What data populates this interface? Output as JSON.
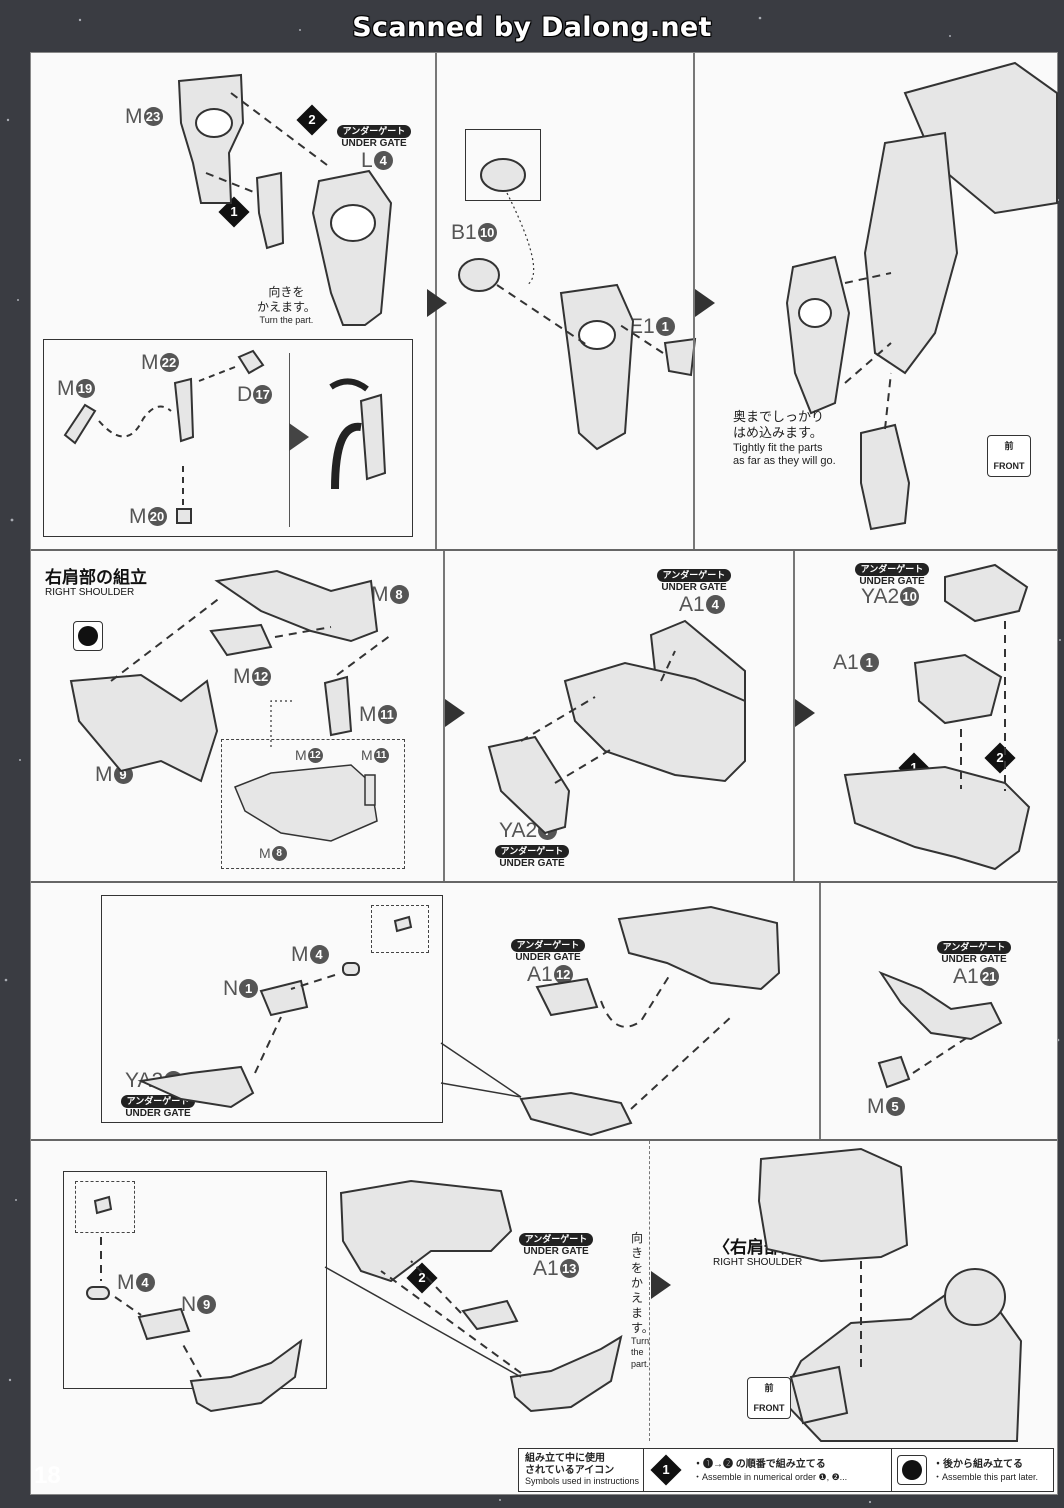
{
  "header": {
    "title": "Scanned by Dalong.net"
  },
  "page_number": "18",
  "gate_badge": {
    "jp": "アンダーゲート",
    "en": "UNDER GATE"
  },
  "steps": {
    "one": "1",
    "two": "2"
  },
  "notes": {
    "turn_jp": "向きを\nかえます。",
    "turn_en": "Turn the part.",
    "fit_jp": "奥までしっかり\nはめ込みます。",
    "fit_en": "Tightly fit the parts\nas far as they will go.",
    "front_jp": "前",
    "front_en": "FRONT"
  },
  "row1": {
    "labels": {
      "m23": "M",
      "m23n": "23",
      "l4": "L",
      "l4n": "4",
      "b110": "B1",
      "b110n": "10",
      "e11": "E1",
      "e11n": "1",
      "m22": "M",
      "m22n": "22",
      "m19": "M",
      "m19n": "19",
      "d17": "D",
      "d17n": "17",
      "m20": "M",
      "m20n": "20"
    }
  },
  "row2": {
    "title_jp": "右肩部の組立",
    "title_en": "RIGHT SHOULDER",
    "labels": {
      "m8": "M",
      "m8n": "8",
      "m12": "M",
      "m12n": "12",
      "m11": "M",
      "m11n": "11",
      "m9": "M",
      "m9n": "9",
      "a14": "A1",
      "a14n": "4",
      "ya27": "YA2",
      "ya27n": "7",
      "ya210": "YA2",
      "ya210n": "10",
      "a11": "A1",
      "a11n": "1"
    }
  },
  "row3": {
    "labels": {
      "m4": "M",
      "m4n": "4",
      "n1": "N",
      "n1n": "1",
      "ya26": "YA2",
      "ya26n": "6",
      "a112": "A1",
      "a112n": "12",
      "a121": "A1",
      "a121n": "21",
      "m5": "M",
      "m5n": "5"
    }
  },
  "row4": {
    "labels": {
      "m4": "M",
      "m4n": "4",
      "n9": "N",
      "n9n": "9",
      "a113": "A1",
      "a113n": "13"
    },
    "shoulder_jp": "〈右肩部〉",
    "shoulder_en": "RIGHT SHOULDER"
  },
  "footer": {
    "icons_jp": "組み立て中に使用\nされているアイコン",
    "icons_en": "Symbols used in instructions",
    "order_jp": "・❶→❷ の順番で組み立てる",
    "order_en": "・Assemble in numerical order ❶, ❷...",
    "later_jp": "・後から組み立てる",
    "later_en": "・Assemble this part later."
  }
}
